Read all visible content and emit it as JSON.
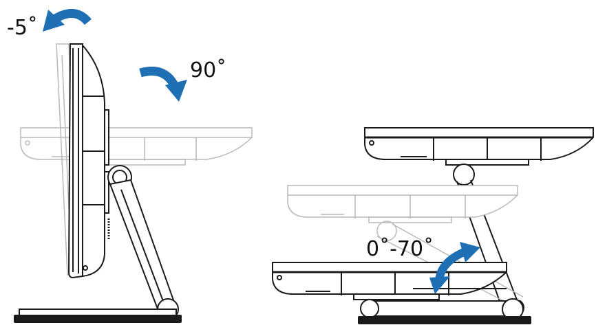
{
  "labels": {
    "tilt_back": "-5˚",
    "rotate": "90˚",
    "tilt_range": "0˚-70˚"
  },
  "colors": {
    "arrow": "#1f6fb5",
    "outline": "#1a1a1a",
    "ghost": "#b9b9b9"
  },
  "icons": {
    "tilt_back_arrow": "curved-arrow-left-icon",
    "rotate_arrow": "curved-arrow-down-icon",
    "tilt_range_arrow": "double-curved-arrow-icon"
  }
}
